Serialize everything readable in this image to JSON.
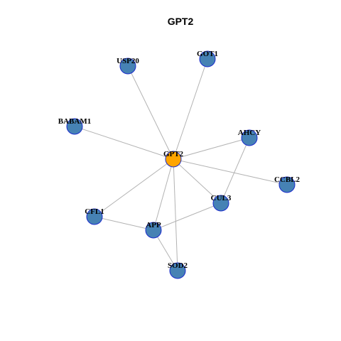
{
  "title": "GPT2",
  "colors": {
    "center_node": "#ffa500",
    "node": "#4682b4",
    "node_border": "#1a2bcc",
    "edge": "#b3b3b3"
  },
  "nodes": [
    {
      "id": "GPT2",
      "label": "GPT2",
      "center": true
    },
    {
      "id": "USP20",
      "label": "USP20"
    },
    {
      "id": "GOT1",
      "label": "GOT1"
    },
    {
      "id": "BABAM1",
      "label": "BABAM1"
    },
    {
      "id": "AHCY",
      "label": "AHCY"
    },
    {
      "id": "CCBL2",
      "label": "CCBL2"
    },
    {
      "id": "CFL1",
      "label": "CFL1"
    },
    {
      "id": "CUL3",
      "label": "CUL3"
    },
    {
      "id": "APP",
      "label": "APP"
    },
    {
      "id": "SOD2",
      "label": "SOD2"
    }
  ],
  "edges": [
    [
      "GPT2",
      "USP20"
    ],
    [
      "GPT2",
      "GOT1"
    ],
    [
      "GPT2",
      "BABAM1"
    ],
    [
      "GPT2",
      "AHCY"
    ],
    [
      "GPT2",
      "CCBL2"
    ],
    [
      "GPT2",
      "CFL1"
    ],
    [
      "GPT2",
      "CUL3"
    ],
    [
      "GPT2",
      "APP"
    ],
    [
      "GPT2",
      "SOD2"
    ],
    [
      "AHCY",
      "CUL3"
    ],
    [
      "CUL3",
      "APP"
    ],
    [
      "CFL1",
      "APP"
    ],
    [
      "APP",
      "SOD2"
    ]
  ]
}
